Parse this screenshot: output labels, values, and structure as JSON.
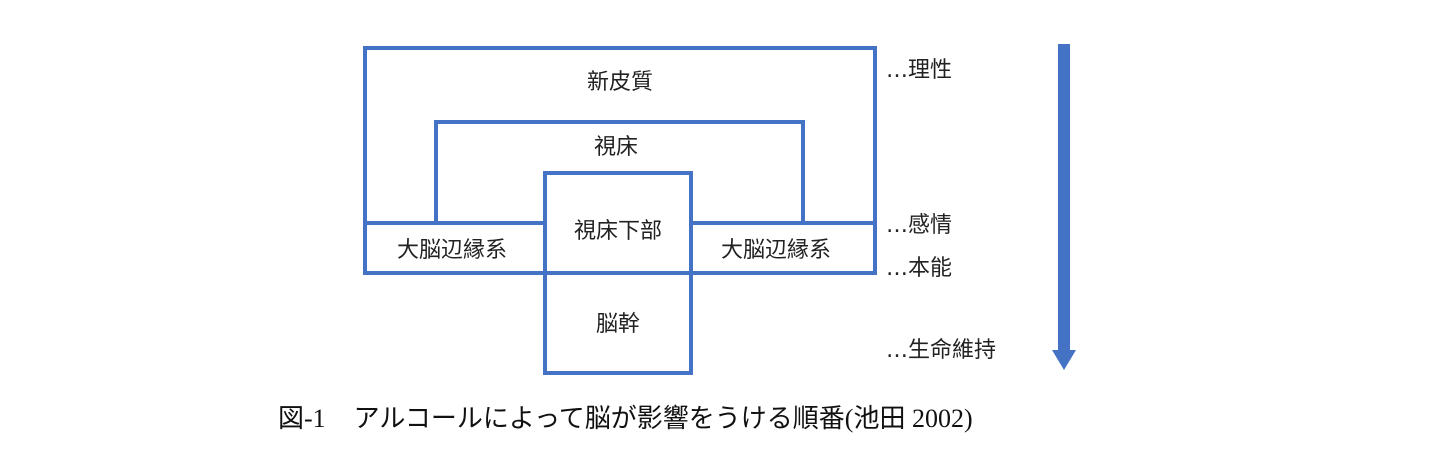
{
  "diagram": {
    "regions": {
      "neocortex": "新皮質",
      "thalamus": "視床",
      "hypothalamus": "視床下部",
      "limbic_left": "大脳辺縁系",
      "limbic_right": "大脳辺縁系",
      "brainstem": "脳幹"
    },
    "side_labels": [
      {
        "id": "reason",
        "text": "…理性"
      },
      {
        "id": "emotion",
        "text": "…感情"
      },
      {
        "id": "instinct",
        "text": "…本能"
      },
      {
        "id": "life-support",
        "text": "…生命維持"
      }
    ],
    "arrow": {
      "direction": "down",
      "icon": "arrow-down-icon",
      "color": "#4472C4"
    },
    "line_color": "#4472C4"
  },
  "caption": {
    "figure_number": "図-1",
    "text": "アルコールによって脳が影響をうける順番(池田 2002)"
  }
}
